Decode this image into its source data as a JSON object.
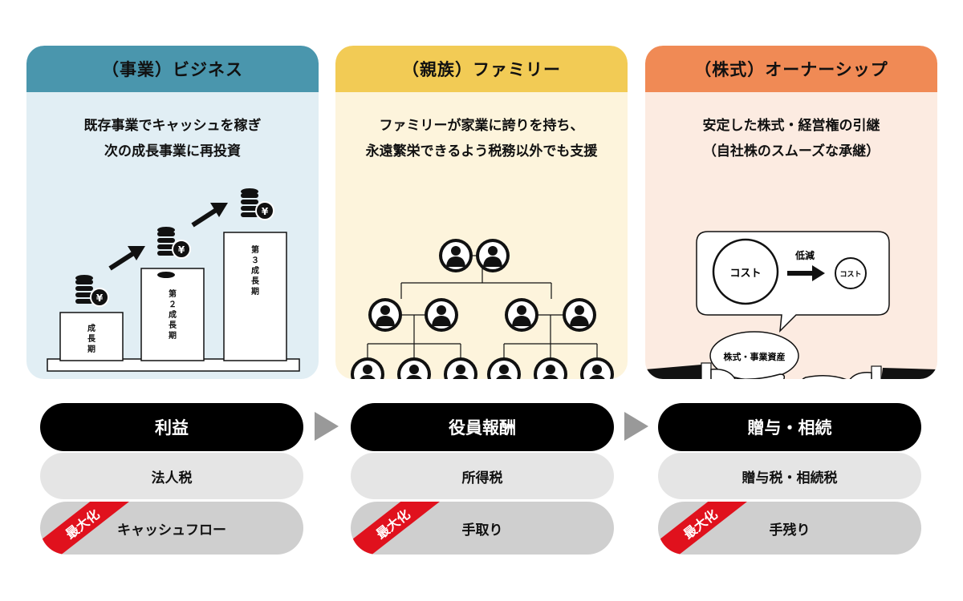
{
  "columns": [
    {
      "header": "（事業）ビジネス",
      "desc_line1": "既存事業でキャッシュを稼ぎ",
      "desc_line2": "次の成長事業に再投資",
      "stage1": [
        "成",
        "長",
        "期"
      ],
      "stage2": [
        "第",
        "２",
        "成",
        "長",
        "期"
      ],
      "stage3": [
        "第",
        "３",
        "成",
        "長",
        "期"
      ],
      "yen": "¥",
      "pill_top": "利益",
      "pill_tax": "法人税",
      "pill_result": "キャッシュフロー",
      "ribbon": "最大化"
    },
    {
      "header": "（親族）ファミリー",
      "desc_line1": "ファミリーが家業に誇りを持ち、",
      "desc_line2": "永遠繁栄できるよう税務以外でも支援",
      "pill_top": "役員報酬",
      "pill_tax": "所得税",
      "pill_result": "手取り",
      "ribbon": "最大化"
    },
    {
      "header": "（株式）オーナーシップ",
      "desc_line1": "安定した株式・経営権の引継",
      "desc_line2": "（自社株のスムーズな承継）",
      "cost_big": "コスト",
      "reduce": "低減",
      "cost_small": "コスト",
      "assets": "株式・事業資産",
      "pill_top": "贈与・相続",
      "pill_tax": "贈与税・相続税",
      "pill_result": "手残り",
      "ribbon": "最大化"
    }
  ],
  "colors": {
    "header1": "#4a96ad",
    "body1": "#e1eef4",
    "header2": "#f2cb55",
    "body2": "#fdf4dc",
    "header3": "#f08a55",
    "body3": "#fcebe1",
    "ribbon": "#e0111d",
    "arrow": "#999999"
  }
}
